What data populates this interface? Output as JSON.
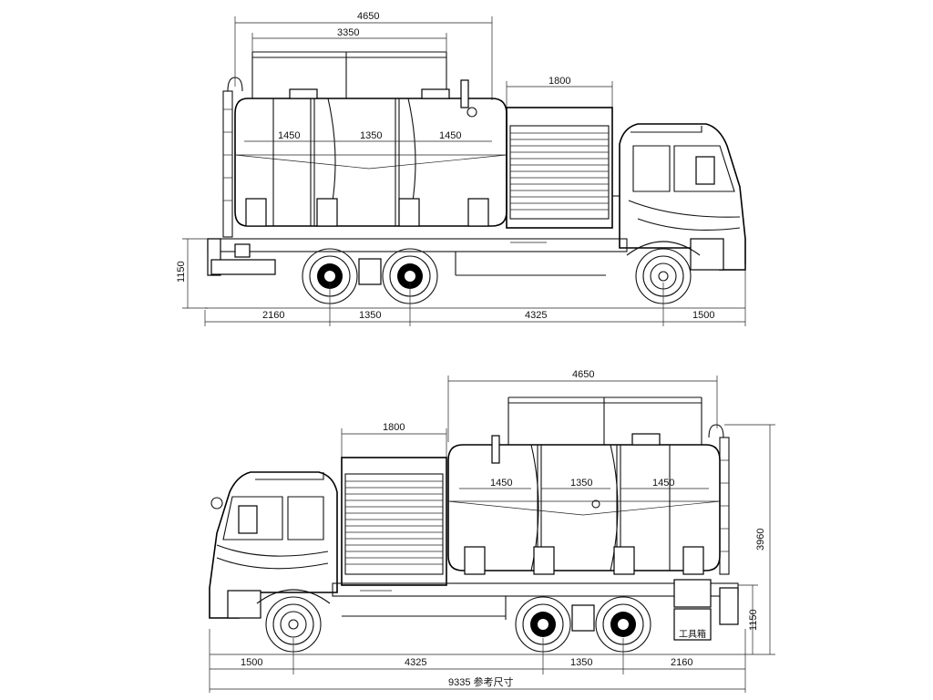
{
  "views": {
    "side_left": {
      "dim_top_overall": "4650",
      "dim_top_rail": "3350",
      "dim_box": "1800",
      "dim_comp_1": "1450",
      "dim_comp_2": "1350",
      "dim_comp_3": "1450",
      "dim_height": "1150",
      "dim_bottom": [
        "2160",
        "1350",
        "4325",
        "1500"
      ]
    },
    "side_right": {
      "dim_top_overall": "4650",
      "dim_box": "1800",
      "dim_comp_1": "1450",
      "dim_comp_2": "1350",
      "dim_comp_3": "1450",
      "dim_total_height": "3960",
      "dim_height": "1150",
      "dim_bottom": [
        "1500",
        "4325",
        "1350",
        "2160"
      ],
      "dim_overall_length": "9335 参考尺寸",
      "toolbox_label": "工具箱"
    }
  }
}
